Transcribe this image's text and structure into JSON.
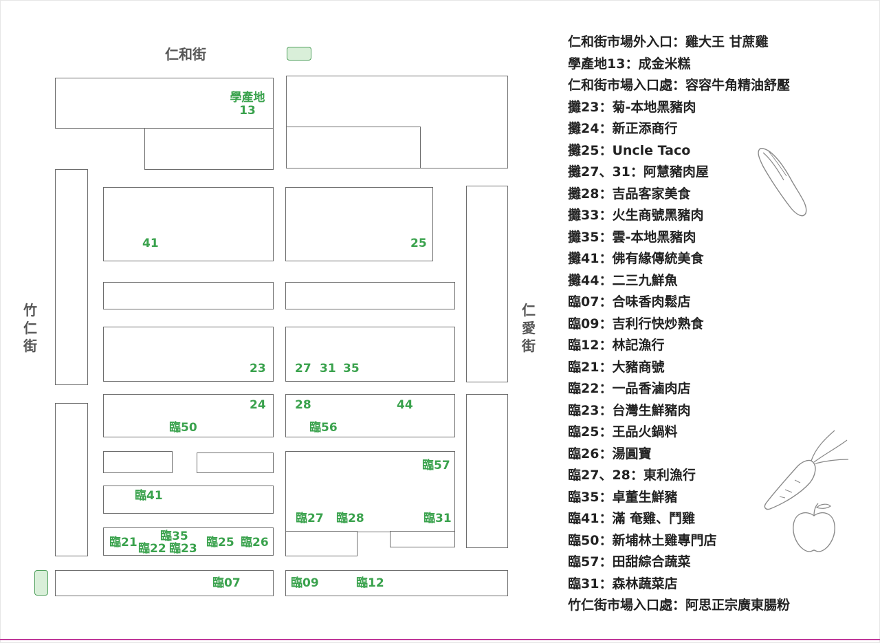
{
  "streets": {
    "north": "仁和街",
    "west": "竹仁街",
    "east": "仁愛街"
  },
  "stall_labels": {
    "xuechandi": "學產地",
    "xuechandi_no": "13",
    "s41": "41",
    "s25": "25",
    "s23": "23",
    "s27": "27",
    "s31": "31",
    "s35": "35",
    "s24": "24",
    "l50": "臨50",
    "s28": "28",
    "s44": "44",
    "l56": "臨56",
    "l57": "臨57",
    "l41": "臨41",
    "l27": "臨27",
    "l28": "臨28",
    "l31": "臨31",
    "l21": "臨21",
    "l35": "臨35",
    "l22": "臨22",
    "l23": "臨23",
    "l25": "臨25",
    "l26": "臨26",
    "l07": "臨07",
    "l09": "臨09",
    "l12": "臨12"
  },
  "legend": [
    "仁和街市場外入口：雞大王 甘蔗雞",
    "學產地13：成金米糕",
    "仁和街市場入口處：容容牛角精油舒壓",
    "攤23：菊-本地黑豬肉",
    "攤24：新正添商行",
    "攤25：Uncle Taco",
    "攤27、31：阿慧豬肉屋",
    "攤28：吉品客家美食",
    "攤33：火生商號黑豬肉",
    "攤35：雲-本地黑豬肉",
    "攤41：佛有緣傳統美食",
    "攤44：二三九鮮魚",
    "臨07：合味香肉鬆店",
    "臨09：吉利行快炒熟食",
    "臨12：林記漁行",
    "臨21：大豬商號",
    "臨22：一品香滷肉店",
    "臨23：台灣生鮮豬肉",
    "臨25：王品火鍋料",
    "臨26：湯圓寶",
    "臨27、28：東利漁行",
    "臨35：卓董生鮮豬",
    "臨41：滿 奄雞、鬥雞",
    "臨50：新埔林土雞專門店",
    "臨57：田甜綜合蔬菜",
    "臨31：森林蔬菜店",
    "竹仁街市場入口處：阿思正宗廣東腸粉"
  ],
  "colors": {
    "label_green": "#3aa24d",
    "entrance_fill": "#d9efd9",
    "outline": "#6d6d6d",
    "bottom_line": "#c0399a"
  },
  "icons": [
    "cucumber-icon",
    "carrot-icon",
    "apple-icon"
  ]
}
